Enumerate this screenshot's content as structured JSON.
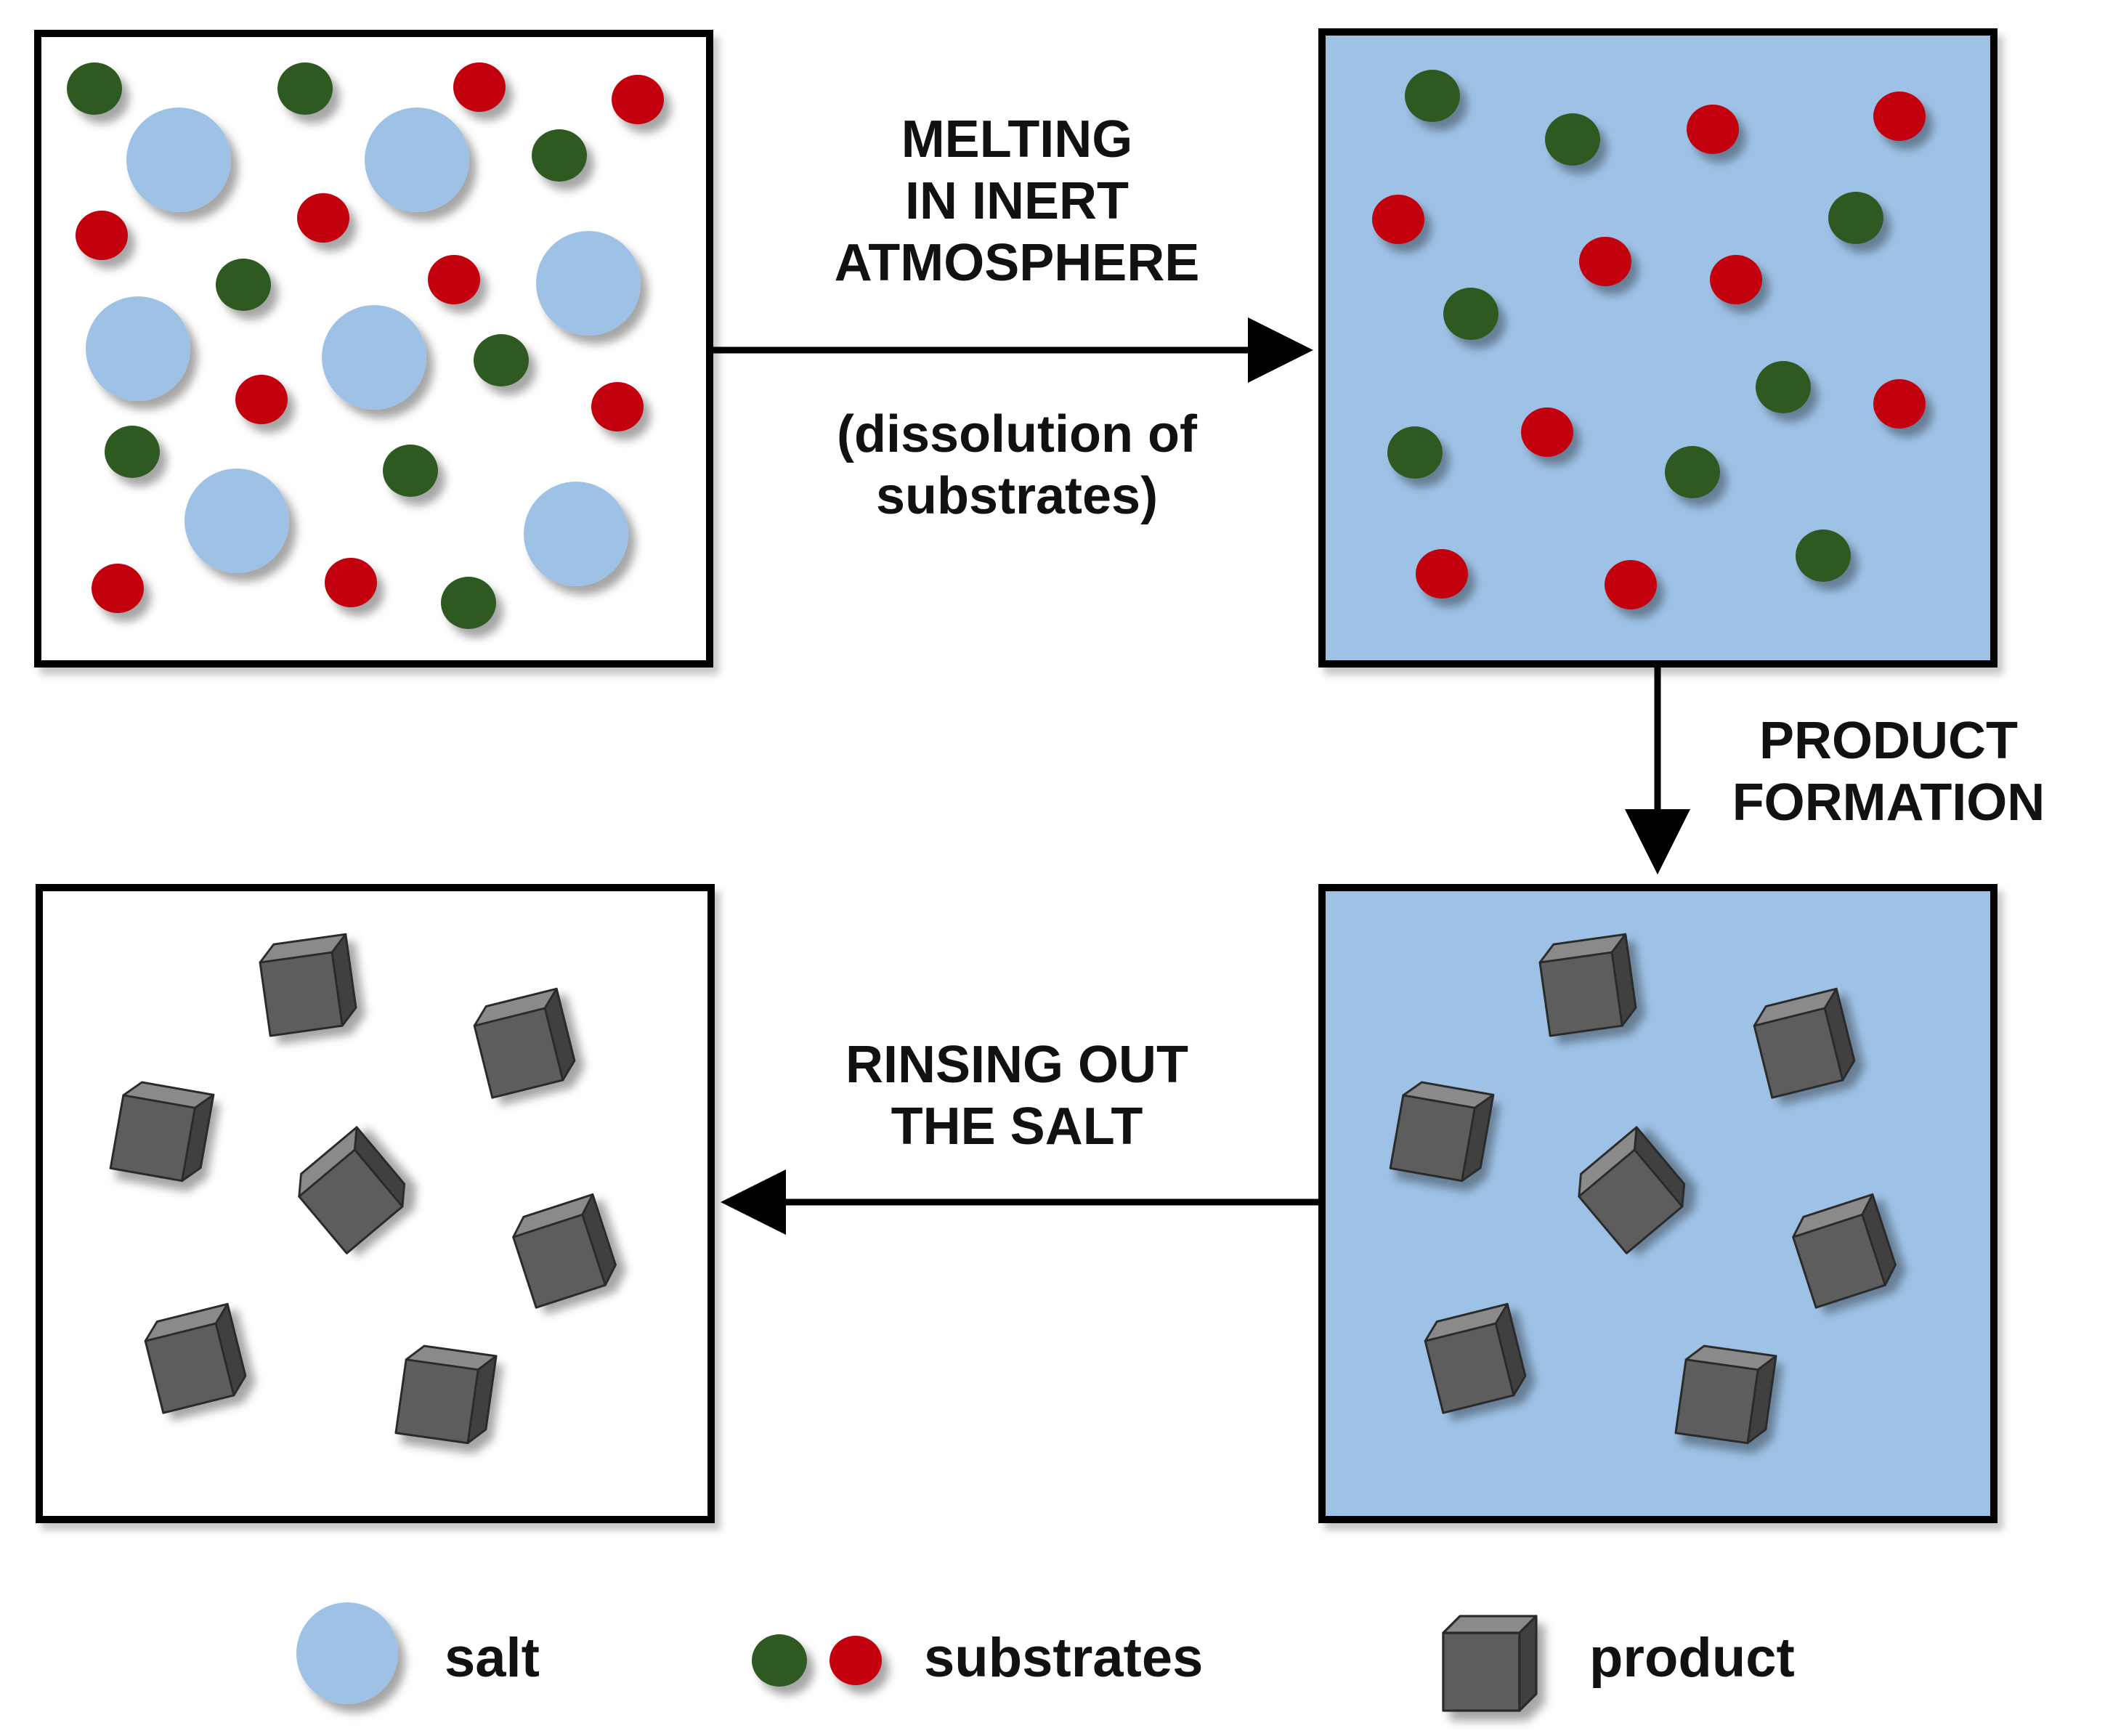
{
  "colors": {
    "salt": "#9ec2e6",
    "substrate_green": "#2f5a23",
    "substrate_red": "#c3000d",
    "product_front": "#5d5d5d",
    "product_top": "#8a8a8a",
    "product_side": "#404040",
    "melt_fill": "#9ec2e6",
    "frame": "#000000"
  },
  "steps": {
    "melting_line1": "MELTING",
    "melting_line2": "IN INERT",
    "melting_line3": "ATMOSPHERE",
    "dissolution_line1": "(dissolution of",
    "dissolution_line2": "substrates)",
    "formation_line1": "PRODUCT",
    "formation_line2": "FORMATION",
    "rinsing_line1": "RINSING OUT",
    "rinsing_line2": "THE SALT"
  },
  "legend": {
    "salt_label": "salt",
    "substrates_label": "substrates",
    "product_label": "product"
  },
  "icons": {
    "salt": "salt-particle-icon",
    "substrate_green": "green-substrate-icon",
    "substrate_red": "red-substrate-icon",
    "product": "product-cube-icon"
  }
}
